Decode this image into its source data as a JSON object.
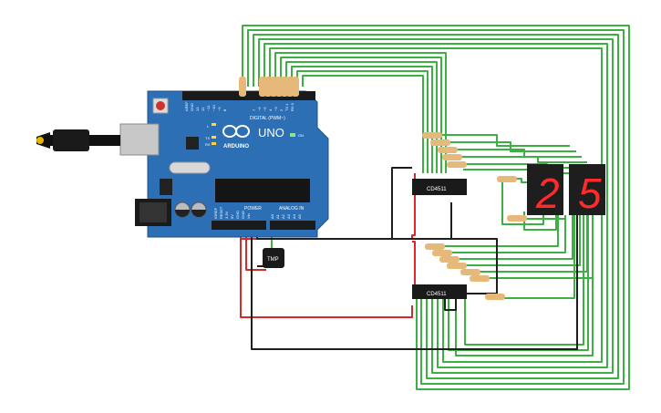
{
  "board": {
    "brand": "ARDUINO",
    "model": "UNO",
    "digital_label": "DIGITAL (PWM~)",
    "power_label": "POWER",
    "analog_label": "ANALOG IN",
    "aref": "AREF",
    "gnd": "GND",
    "tx": "TX",
    "rx": "RX",
    "l_led": "L",
    "on_label": "ON",
    "ioref": "IOREF",
    "reset": "RESET",
    "v33": "3.3V",
    "v5": "5V",
    "gnd_a": "GND",
    "gnd_b": "GND",
    "vin": "Vin",
    "a0": "A0",
    "a1": "A1",
    "a2": "A2",
    "a3": "A3",
    "a4": "A4",
    "a5": "A5",
    "d13": "13",
    "d12": "12",
    "d11": "~11",
    "d10": "~10",
    "d9": "~9",
    "d8": "8",
    "d7": "7",
    "d6": "~6",
    "d5": "~5",
    "d4": "4",
    "d3": "~3",
    "d2": "2",
    "d1": "TX 1",
    "d0": "RX 0"
  },
  "sensor": {
    "label": "TMP"
  },
  "decoders": {
    "top": "CD4511",
    "bottom": "CD4511"
  },
  "display": {
    "digits": [
      "2",
      "5"
    ]
  },
  "colors": {
    "wire_green": "#3cb043",
    "wire_red": "#d42a2a",
    "wire_black": "#1e1e1e",
    "board_blue": "#2d6fb5",
    "segment_on": "#ff2a2a",
    "segment_off": "#5a1010"
  }
}
